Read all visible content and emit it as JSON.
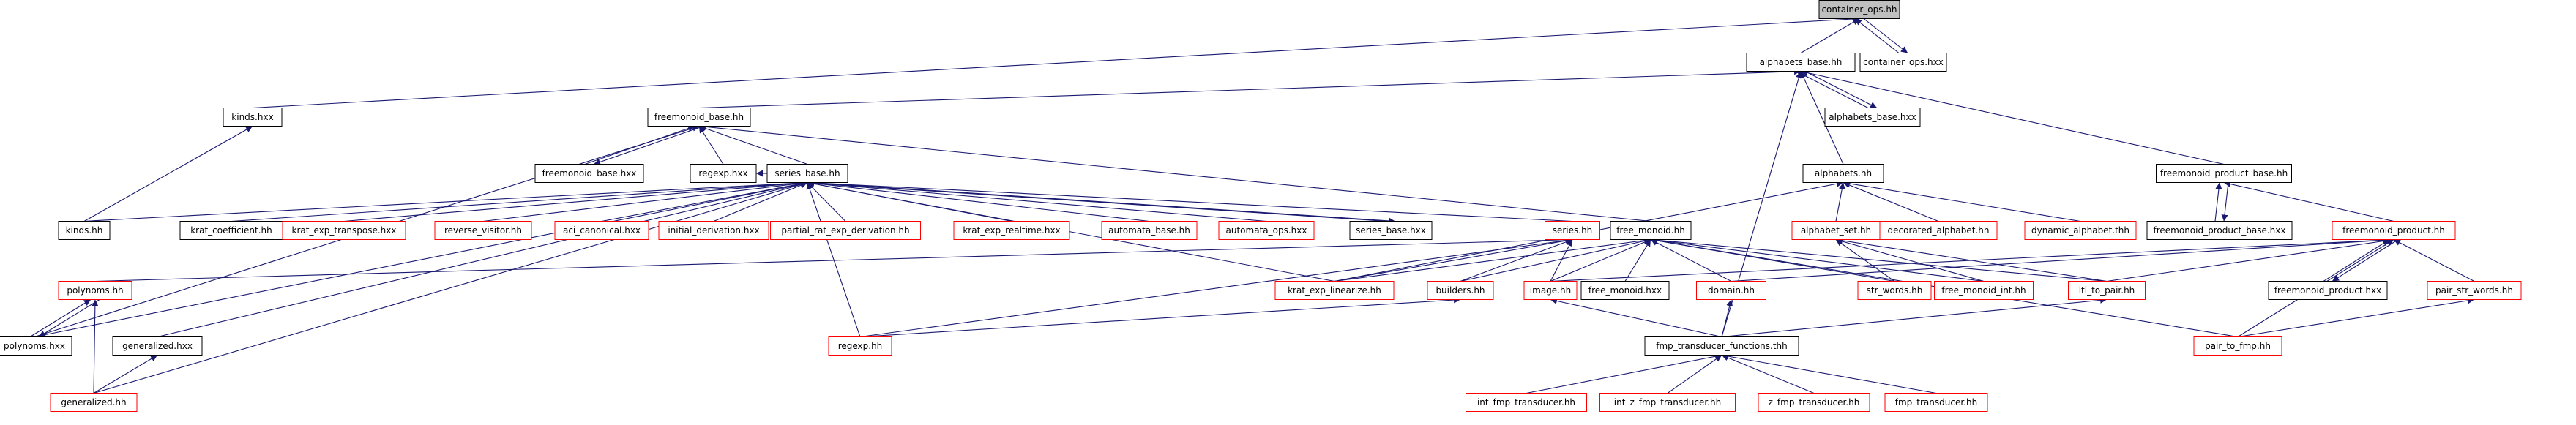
{
  "colors": {
    "edge": "#191970",
    "root_fill": "#bfbfbf",
    "normal_border": "#000000",
    "undocumented_border": "#ff0000",
    "node_fill": "#ffffff"
  },
  "diagram": {
    "nodes": [
      {
        "id": "container_ops_hh",
        "label": "container_ops.hh",
        "style": "root"
      },
      {
        "id": "container_ops_hxx",
        "label": "container_ops.hxx",
        "style": "normal"
      },
      {
        "id": "alphabets_base_hh",
        "label": "alphabets_base.hh",
        "style": "normal"
      },
      {
        "id": "alphabets_base_hxx",
        "label": "alphabets_base.hxx",
        "style": "normal"
      },
      {
        "id": "kinds_hxx",
        "label": "kinds.hxx",
        "style": "normal"
      },
      {
        "id": "freemonoid_base_hh",
        "label": "freemonoid_base.hh",
        "style": "normal"
      },
      {
        "id": "freemonoid_base_hxx",
        "label": "freemonoid_base.hxx",
        "style": "normal"
      },
      {
        "id": "regexp_hxx",
        "label": "regexp.hxx",
        "style": "normal"
      },
      {
        "id": "series_base_hh",
        "label": "series_base.hh",
        "style": "normal"
      },
      {
        "id": "alphabets_hh",
        "label": "alphabets.hh",
        "style": "normal"
      },
      {
        "id": "freemonoid_product_base_hh",
        "label": "freemonoid_product_base.hh",
        "style": "normal"
      },
      {
        "id": "freemonoid_product_base_hxx",
        "label": "freemonoid_product_base.hxx",
        "style": "normal"
      },
      {
        "id": "kinds_hh",
        "label": "kinds.hh",
        "style": "normal"
      },
      {
        "id": "krat_coefficient_hh",
        "label": "krat_coefficient.hh",
        "style": "normal"
      },
      {
        "id": "krat_exp_transpose_hxx",
        "label": "krat_exp_transpose.hxx",
        "style": "undoc"
      },
      {
        "id": "reverse_visitor_hh",
        "label": "reverse_visitor.hh",
        "style": "undoc"
      },
      {
        "id": "aci_canonical_hxx",
        "label": "aci_canonical.hxx",
        "style": "undoc"
      },
      {
        "id": "initial_derivation_hxx",
        "label": "initial_derivation.hxx",
        "style": "undoc"
      },
      {
        "id": "partial_rat_exp_derivation_hh",
        "label": "partial_rat_exp_derivation.hh",
        "style": "undoc"
      },
      {
        "id": "krat_exp_realtime_hxx",
        "label": "krat_exp_realtime.hxx",
        "style": "undoc"
      },
      {
        "id": "automata_base_hh",
        "label": "automata_base.hh",
        "style": "undoc"
      },
      {
        "id": "automata_ops_hxx",
        "label": "automata_ops.hxx",
        "style": "undoc"
      },
      {
        "id": "series_base_hxx",
        "label": "series_base.hxx",
        "style": "normal"
      },
      {
        "id": "free_monoid_hh",
        "label": "free_monoid.hh",
        "style": "normal"
      },
      {
        "id": "alphabet_set_hh",
        "label": "alphabet_set.hh",
        "style": "undoc"
      },
      {
        "id": "decorated_alphabet_hh",
        "label": "decorated_alphabet.hh",
        "style": "undoc"
      },
      {
        "id": "dynamic_alphabet_thh",
        "label": "dynamic_alphabet.thh",
        "style": "undoc"
      },
      {
        "id": "freemonoid_product_hh",
        "label": "freemonoid_product.hh",
        "style": "undoc"
      },
      {
        "id": "series_hh",
        "label": "series.hh",
        "style": "undoc"
      },
      {
        "id": "polynoms_hh",
        "label": "polynoms.hh",
        "style": "undoc"
      },
      {
        "id": "krat_exp_linearize_hh",
        "label": "krat_exp_linearize.hh",
        "style": "undoc"
      },
      {
        "id": "builders_hh",
        "label": "builders.hh",
        "style": "undoc"
      },
      {
        "id": "image_hh",
        "label": "image.hh",
        "style": "undoc"
      },
      {
        "id": "free_monoid_hxx",
        "label": "free_monoid.hxx",
        "style": "normal"
      },
      {
        "id": "domain_hh",
        "label": "domain.hh",
        "style": "undoc"
      },
      {
        "id": "str_words_hh",
        "label": "str_words.hh",
        "style": "undoc"
      },
      {
        "id": "free_monoid_int_hh",
        "label": "free_monoid_int.hh",
        "style": "undoc"
      },
      {
        "id": "ltl_to_pair_hh",
        "label": "ltl_to_pair.hh",
        "style": "undoc"
      },
      {
        "id": "freemonoid_product_hxx",
        "label": "freemonoid_product.hxx",
        "style": "normal"
      },
      {
        "id": "pair_str_words_hh",
        "label": "pair_str_words.hh",
        "style": "undoc"
      },
      {
        "id": "polynoms_hxx",
        "label": "polynoms.hxx",
        "style": "normal"
      },
      {
        "id": "generalized_hxx",
        "label": "generalized.hxx",
        "style": "normal"
      },
      {
        "id": "regexp_hh",
        "label": "regexp.hh",
        "style": "undoc"
      },
      {
        "id": "fmp_transducer_functions_thh",
        "label": "fmp_transducer_functions.thh",
        "style": "normal"
      },
      {
        "id": "pair_to_fmp_hh",
        "label": "pair_to_fmp.hh",
        "style": "undoc"
      },
      {
        "id": "generalized_hh",
        "label": "generalized.hh",
        "style": "undoc"
      },
      {
        "id": "int_fmp_transducer_hh",
        "label": "int_fmp_transducer.hh",
        "style": "undoc"
      },
      {
        "id": "int_z_fmp_transducer_hh",
        "label": "int_z_fmp_transducer.hh",
        "style": "undoc"
      },
      {
        "id": "z_fmp_transducer_hh",
        "label": "z_fmp_transducer.hh",
        "style": "undoc"
      },
      {
        "id": "fmp_transducer_hh",
        "label": "fmp_transducer.hh",
        "style": "undoc"
      }
    ],
    "edges": [
      [
        "container_ops_hxx",
        "container_ops_hh"
      ],
      [
        "alphabets_base_hh",
        "container_ops_hh"
      ],
      [
        "kinds_hxx",
        "container_ops_hh"
      ],
      [
        "container_ops_hh",
        "container_ops_hxx"
      ],
      [
        "alphabets_base_hxx",
        "alphabets_base_hh"
      ],
      [
        "alphabets_base_hh",
        "alphabets_base_hxx"
      ],
      [
        "freemonoid_base_hh",
        "alphabets_base_hh"
      ],
      [
        "alphabets_hh",
        "alphabets_base_hh"
      ],
      [
        "freemonoid_product_base_hh",
        "alphabets_base_hh"
      ],
      [
        "fmp_transducer_functions_thh",
        "alphabets_base_hh"
      ],
      [
        "kinds_hh",
        "kinds_hxx"
      ],
      [
        "freemonoid_base_hxx",
        "freemonoid_base_hh"
      ],
      [
        "freemonoid_base_hh",
        "freemonoid_base_hxx"
      ],
      [
        "regexp_hxx",
        "freemonoid_base_hh"
      ],
      [
        "series_base_hh",
        "freemonoid_base_hh"
      ],
      [
        "free_monoid_hh",
        "freemonoid_base_hh"
      ],
      [
        "polynoms_hxx",
        "freemonoid_base_hh"
      ],
      [
        "series_base_hh",
        "regexp_hxx"
      ],
      [
        "kinds_hh",
        "series_base_hh"
      ],
      [
        "krat_coefficient_hh",
        "series_base_hh"
      ],
      [
        "krat_exp_transpose_hxx",
        "series_base_hh"
      ],
      [
        "reverse_visitor_hh",
        "series_base_hh"
      ],
      [
        "aci_canonical_hxx",
        "series_base_hh"
      ],
      [
        "initial_derivation_hxx",
        "series_base_hh"
      ],
      [
        "partial_rat_exp_derivation_hh",
        "series_base_hh"
      ],
      [
        "krat_exp_realtime_hxx",
        "series_base_hh"
      ],
      [
        "automata_base_hh",
        "series_base_hh"
      ],
      [
        "automata_ops_hxx",
        "series_base_hh"
      ],
      [
        "series_base_hxx",
        "series_base_hh"
      ],
      [
        "series_base_hh",
        "series_base_hxx"
      ],
      [
        "series_hh",
        "series_base_hh"
      ],
      [
        "krat_exp_linearize_hh",
        "series_base_hh"
      ],
      [
        "polynoms_hxx",
        "series_base_hh"
      ],
      [
        "generalized_hxx",
        "series_base_hh"
      ],
      [
        "generalized_hh",
        "series_base_hh"
      ],
      [
        "regexp_hh",
        "series_base_hh"
      ],
      [
        "alphabet_set_hh",
        "alphabets_hh"
      ],
      [
        "decorated_alphabet_hh",
        "alphabets_hh"
      ],
      [
        "dynamic_alphabet_thh",
        "alphabets_hh"
      ],
      [
        "krat_exp_linearize_hh",
        "alphabets_hh"
      ],
      [
        "freemonoid_product_base_hxx",
        "freemonoid_product_base_hh"
      ],
      [
        "freemonoid_product_base_hh",
        "freemonoid_product_base_hxx"
      ],
      [
        "freemonoid_product_hh",
        "freemonoid_product_base_hh"
      ],
      [
        "freemonoid_product_hxx",
        "freemonoid_product_hh"
      ],
      [
        "freemonoid_product_hh",
        "freemonoid_product_hxx"
      ],
      [
        "pair_str_words_hh",
        "freemonoid_product_hh"
      ],
      [
        "pair_to_fmp_hh",
        "freemonoid_product_hh"
      ],
      [
        "ltl_to_pair_hh",
        "freemonoid_product_hh"
      ],
      [
        "domain_hh",
        "freemonoid_product_hh"
      ],
      [
        "image_hh",
        "freemonoid_product_hh"
      ],
      [
        "polynoms_hh",
        "series_hh"
      ],
      [
        "krat_exp_linearize_hh",
        "series_hh"
      ],
      [
        "builders_hh",
        "series_hh"
      ],
      [
        "image_hh",
        "series_hh"
      ],
      [
        "regexp_hh",
        "series_hh"
      ],
      [
        "krat_exp_linearize_hh",
        "free_monoid_hh"
      ],
      [
        "builders_hh",
        "free_monoid_hh"
      ],
      [
        "image_hh",
        "free_monoid_hh"
      ],
      [
        "free_monoid_hxx",
        "free_monoid_hh"
      ],
      [
        "domain_hh",
        "free_monoid_hh"
      ],
      [
        "str_words_hh",
        "free_monoid_hh"
      ],
      [
        "free_monoid_int_hh",
        "free_monoid_hh"
      ],
      [
        "ltl_to_pair_hh",
        "free_monoid_hh"
      ],
      [
        "pair_to_fmp_hh",
        "free_monoid_hh"
      ],
      [
        "str_words_hh",
        "alphabet_set_hh"
      ],
      [
        "free_monoid_int_hh",
        "alphabet_set_hh"
      ],
      [
        "ltl_to_pair_hh",
        "alphabet_set_hh"
      ],
      [
        "pair_to_fmp_hh",
        "pair_str_words_hh"
      ],
      [
        "polynoms_hxx",
        "polynoms_hh"
      ],
      [
        "polynoms_hh",
        "polynoms_hxx"
      ],
      [
        "generalized_hh",
        "polynoms_hh"
      ],
      [
        "generalized_hh",
        "generalized_hxx"
      ],
      [
        "regexp_hh",
        "builders_hh"
      ],
      [
        "fmp_transducer_functions_thh",
        "image_hh"
      ],
      [
        "fmp_transducer_functions_thh",
        "domain_hh"
      ],
      [
        "fmp_transducer_functions_thh",
        "ltl_to_pair_hh"
      ],
      [
        "int_fmp_transducer_hh",
        "fmp_transducer_functions_thh"
      ],
      [
        "int_z_fmp_transducer_hh",
        "fmp_transducer_functions_thh"
      ],
      [
        "z_fmp_transducer_hh",
        "fmp_transducer_functions_thh"
      ],
      [
        "fmp_transducer_hh",
        "fmp_transducer_functions_thh"
      ]
    ]
  }
}
